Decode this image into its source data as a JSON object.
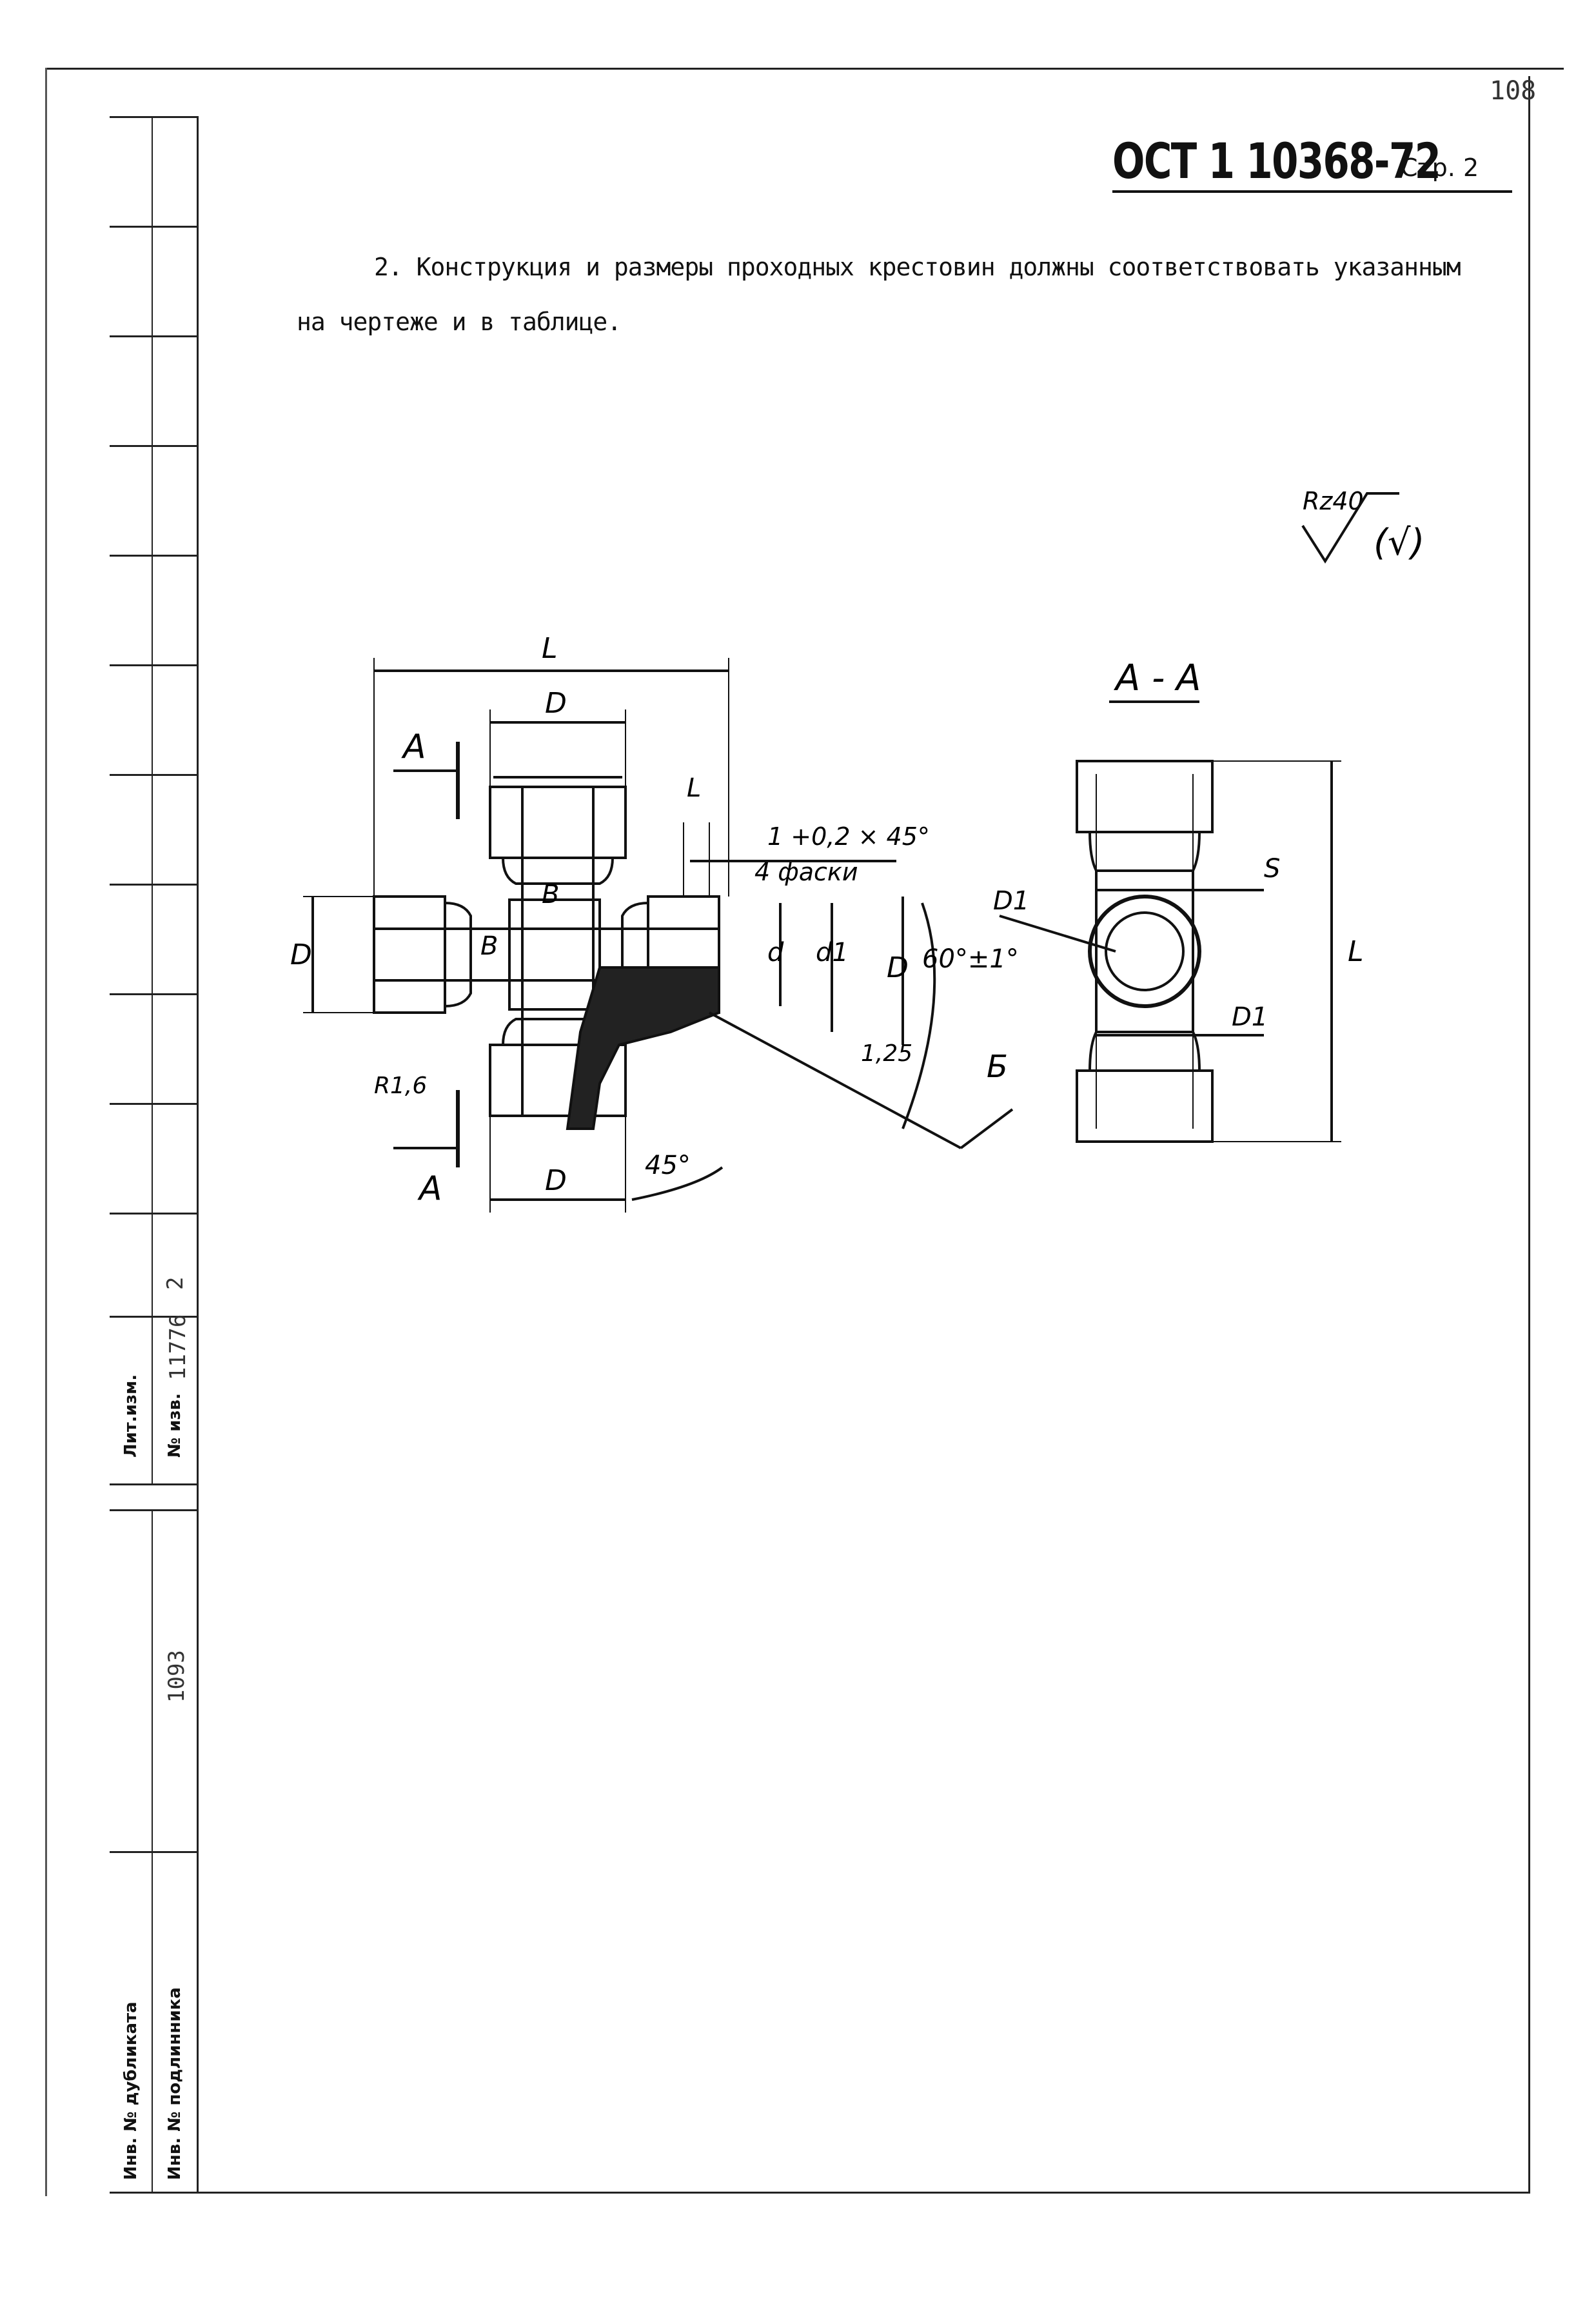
{
  "page_number": "108",
  "header": {
    "standard_code": "ОСТ 1 10368-72",
    "page_label": "Стр. 2"
  },
  "paragraph": "2. Конструкция и размеры проходных крестовин должны соответствовать указанным на чертеже и в таблице.",
  "roughness": {
    "value": "Rz40",
    "other": "(√)"
  },
  "drawing": {
    "section_title": "А - А",
    "labels": {
      "L": "L",
      "D": "D",
      "A": "A",
      "B": "B",
      "d": "d",
      "d1": "d1",
      "R16": "R1,6",
      "chamfer": "1 +0,2 × 45°",
      "chamfers_count": "4 фаски",
      "angle60": "60°±1°",
      "angle45": "45°",
      "rough125": "1,25",
      "Б": "Б",
      "D1": "D1",
      "S": "S"
    }
  },
  "side_strip": {
    "lit_izm_label": "Лит.изм.",
    "lit_izm_value": "2",
    "izv_label": "№ изв.",
    "izv_value": "11776",
    "inv_dubl_label": "Инв. № дубликата",
    "inv_dubl_value": "1093",
    "inv_podl_label": "Инв. № подлинника"
  }
}
